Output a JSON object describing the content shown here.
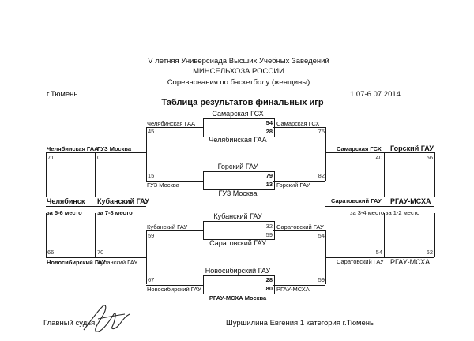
{
  "header": {
    "line1": "V летняя Универсиада Высших Учебных Заведений",
    "line2": "МИНСЕЛЬХОЗА РОССИИ",
    "line3": "Соревнования по баскетболу (женщины)",
    "city": "г.Тюмень",
    "dates": "1.07-6.07.2014",
    "title": "Таблица результатов финальных игр"
  },
  "top_semi": {
    "box_top": "Самарская ГСХ",
    "box_bottom": "Челябинская ГАА",
    "left_team": "Челябинская ГАА",
    "right_team": "Самарская ГСХ",
    "left_score": "45",
    "right_score": "75",
    "score_top": "54",
    "score_bottom": "28"
  },
  "second_match": {
    "box_top": "Горский ГАУ",
    "box_bottom": "ГУЗ Москва",
    "left_team": "ГУЗ Москва",
    "right_team": "Горский ГАУ",
    "left_score": "15",
    "right_score": "82",
    "score_top": "79",
    "score_bottom": "13"
  },
  "third_match": {
    "box_top": "Кубанский ГАУ",
    "box_bottom": "Саратовский ГАУ",
    "left_team": "Кубанский ГАУ",
    "right_team": "Саратовский ГАУ",
    "left_score": "59",
    "right_score": "54",
    "score_top": "32",
    "score_bottom": "59"
  },
  "fourth_match": {
    "box_top": "Новосибирский ГАУ",
    "box_bottom": "РГАУ-МСХА Москва",
    "left_team": "Новосибирский ГАУ",
    "right_team": "РГАУ-МСХА",
    "left_score": "67",
    "right_score": "59",
    "score_top": "28",
    "score_bottom": "80"
  },
  "left_side": {
    "top_team1": "Челябинская ГАА",
    "top_team2": "ГУЗ Москва",
    "top_score1": "71",
    "top_score2": "0",
    "winner1": "Челябинск",
    "winner2": "Кубанский ГАУ",
    "place1": "за 5-6 место",
    "place2": "за 7-8 место",
    "bottom_score1": "66",
    "bottom_score2": "70",
    "bottom_team1": "Новосибирский ГАУ",
    "bottom_team2": "Кубанский ГАУ"
  },
  "right_side": {
    "top_team1": "Самарская ГСХ",
    "top_team2": "Горский ГАУ",
    "top_score1": "40",
    "top_score2": "56",
    "winner1": "Саратовский ГАУ",
    "winner2": "РГАУ-МСХА",
    "place1": "за 3-4 место",
    "place2": "за 1-2 место",
    "bottom_score1": "54",
    "bottom_score2": "62",
    "bottom_team1": "Саратовский ГАУ",
    "bottom_team2": "РГАУ-МСХА"
  },
  "footer": {
    "judge_label": "Главный судья",
    "secretary": "Шуршилина Евгения 1 категория г.Тюмень"
  }
}
